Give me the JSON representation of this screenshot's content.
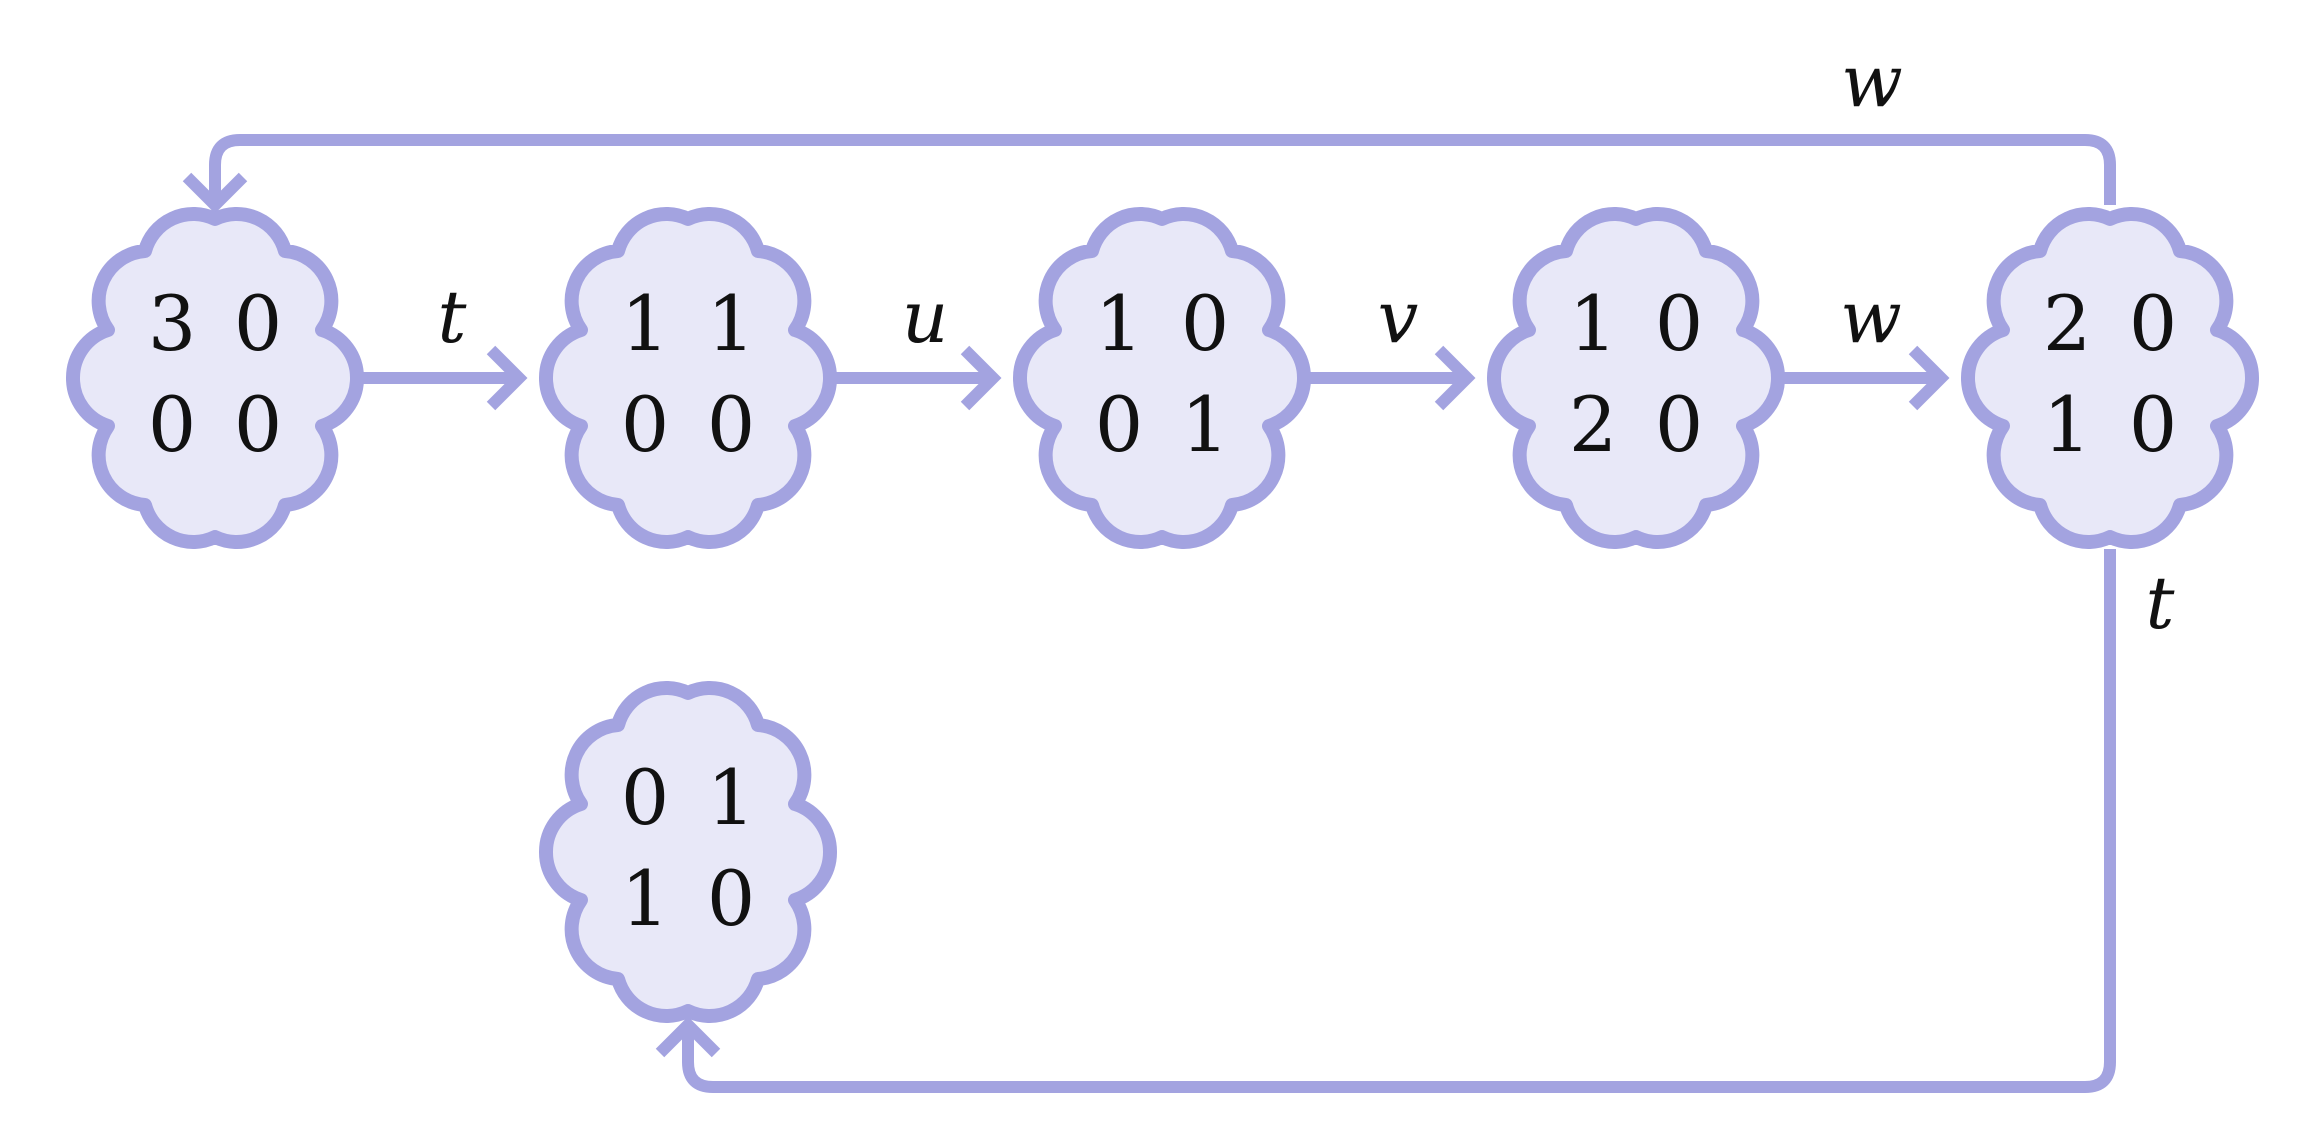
{
  "nodes": [
    {
      "id": "n1",
      "cells": [
        "3",
        "0",
        "0",
        "0"
      ]
    },
    {
      "id": "n2",
      "cells": [
        "1",
        "1",
        "0",
        "0"
      ]
    },
    {
      "id": "n3",
      "cells": [
        "1",
        "0",
        "0",
        "1"
      ]
    },
    {
      "id": "n4",
      "cells": [
        "1",
        "0",
        "2",
        "0"
      ]
    },
    {
      "id": "n5",
      "cells": [
        "2",
        "0",
        "1",
        "0"
      ]
    },
    {
      "id": "n6",
      "cells": [
        "0",
        "1",
        "1",
        "0"
      ]
    }
  ],
  "edges": [
    {
      "from": "n1",
      "to": "n2",
      "label": "t"
    },
    {
      "from": "n2",
      "to": "n3",
      "label": "u"
    },
    {
      "from": "n3",
      "to": "n4",
      "label": "v"
    },
    {
      "from": "n4",
      "to": "n5",
      "label": "w"
    },
    {
      "from": "n5",
      "to": "n1",
      "label": "w"
    },
    {
      "from": "n5",
      "to": "n6",
      "label": "t"
    }
  ],
  "colors": {
    "stroke": "#a3a3e0",
    "fill": "#e8e8f8",
    "text": "#111111"
  }
}
